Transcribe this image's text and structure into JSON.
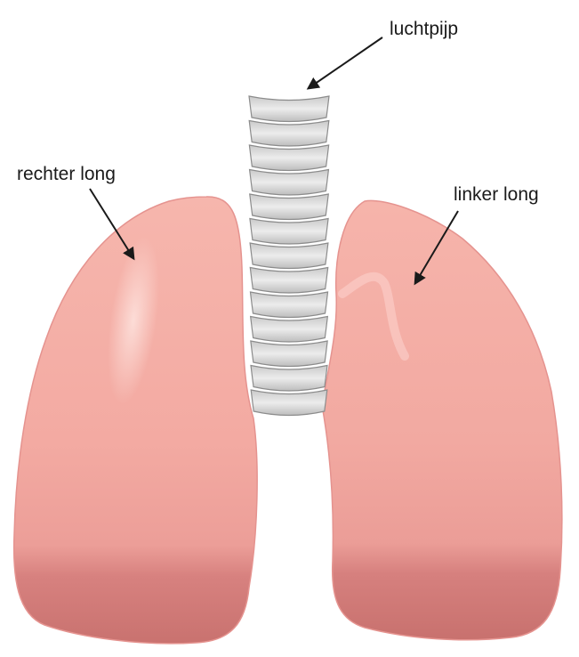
{
  "labels": {
    "trachea": "luchtpijp",
    "right_lung": "rechter long",
    "left_lung": "linker long"
  },
  "colors": {
    "lung_base": "#f3aaa2",
    "lung_dark": "#d9807d",
    "lung_highlight": "#fbd3cd",
    "trachea_ring": "#d9d9d9",
    "trachea_edge": "#8c8c8c",
    "arrow": "#1a1a1a"
  }
}
